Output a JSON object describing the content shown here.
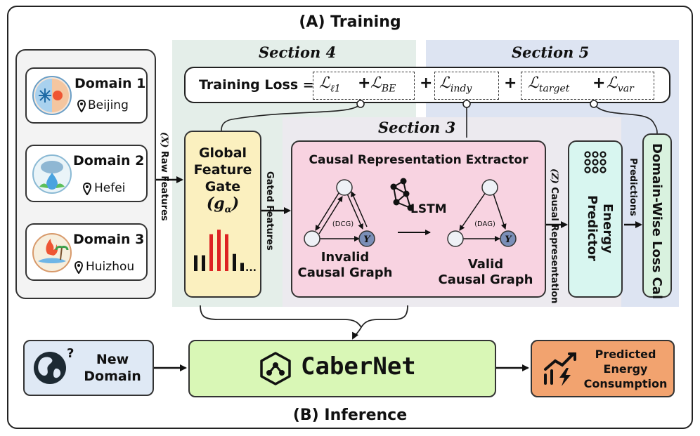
{
  "training_title": "(A) Training",
  "inference_title": "(B) Inference",
  "sections": {
    "s4": "Section 4",
    "s5": "Section 5",
    "s3": "Section 3"
  },
  "domains": [
    {
      "name": "Domain 1",
      "location": "Beijing"
    },
    {
      "name": "Domain 2",
      "location": "Hefei"
    },
    {
      "name": "Domain 3",
      "location": "Huizhou"
    }
  ],
  "loss": {
    "label": "Training Loss =",
    "term1": "ℒ",
    "term1_sub": "ℓ1",
    "term2": "ℒ",
    "term2_sub": "BE",
    "term3": "ℒ",
    "term3_sub": "indy",
    "term4": "ℒ",
    "term4_sub": "target",
    "term5": "ℒ",
    "term5_sub": "var",
    "plus": "+"
  },
  "flow_labels": {
    "raw_var": "(X)",
    "raw_text": "Raw Features",
    "gated_text": "Gated Features",
    "causal_var": "(Z)",
    "causal_text": "Causal Representation",
    "predictions_text": "Predictions"
  },
  "gate": {
    "line1": "Global",
    "line2": "Feature",
    "line3": "Gate",
    "symbol": "(g",
    "symbol_sub": "α",
    "symbol_end": ")",
    "ellipsis": "..."
  },
  "gate_bars": [
    {
      "value": 0.35,
      "color": "#111111"
    },
    {
      "value": 0.35,
      "color": "#111111"
    },
    {
      "value": 0.82,
      "color": "#dd2222"
    },
    {
      "value": 0.92,
      "color": "#dd2222"
    },
    {
      "value": 0.82,
      "color": "#dd2222"
    },
    {
      "value": 0.38,
      "color": "#111111"
    },
    {
      "value": 0.18,
      "color": "#111111"
    }
  ],
  "extractor": {
    "title": "Causal Representation Extractor",
    "lstm": "LSTM",
    "dcg": "(DCG)",
    "dag": "(DAG)",
    "node_y": "Y",
    "invalid1": "Invalid",
    "invalid2": "Causal Graph",
    "valid1": "Valid",
    "valid2": "Causal Graph"
  },
  "energy_predictor": "Energy Predictor",
  "domain_wise_loss": "Domain-Wise Loss Cal",
  "new_domain": {
    "line1": "New",
    "line2": "Domain",
    "question": "?"
  },
  "cabernet": "CaberNet",
  "predicted": {
    "line1": "Predicted",
    "line2": "Energy",
    "line3": "Consumption"
  },
  "colors": {
    "section4": "#e4eee9",
    "section5": "#dde4f2",
    "section3": "#eceaef",
    "gate": "#fbf0bf",
    "extractor": "#f8d3e1",
    "energy": "#d8f6f0",
    "loss_cal": "#d9f2df",
    "new_domain": "#dfe9f5",
    "cabernet": "#d9f7b6",
    "predicted": "#f2a36f",
    "node_y": "#7b8fb8"
  }
}
